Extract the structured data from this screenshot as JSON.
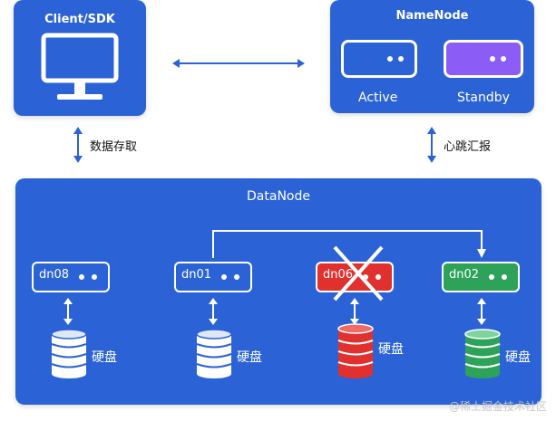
{
  "client": {
    "title": "Client/SDK"
  },
  "namenode": {
    "title": "NameNode",
    "active_label": "Active",
    "standby_label": "Standby"
  },
  "links": {
    "client_data": "数据存取",
    "heartbeat": "心跳汇报"
  },
  "datanode": {
    "title": "DataNode",
    "nodes": [
      {
        "label": "dn08",
        "color": "#2b63d6",
        "status": "normal"
      },
      {
        "label": "dn01",
        "color": "#2b63d6",
        "status": "normal"
      },
      {
        "label": "dn06",
        "color": "#e0312f",
        "status": "failed"
      },
      {
        "label": "dn02",
        "color": "#2da35a",
        "status": "normal"
      }
    ],
    "disk_label": "硬盘"
  },
  "watermark": "@稀土掘金技术社区",
  "colors": {
    "panel": "#2b63d6",
    "standby": "#8b5cf6",
    "failed": "#e0312f",
    "ok": "#2da35a"
  }
}
